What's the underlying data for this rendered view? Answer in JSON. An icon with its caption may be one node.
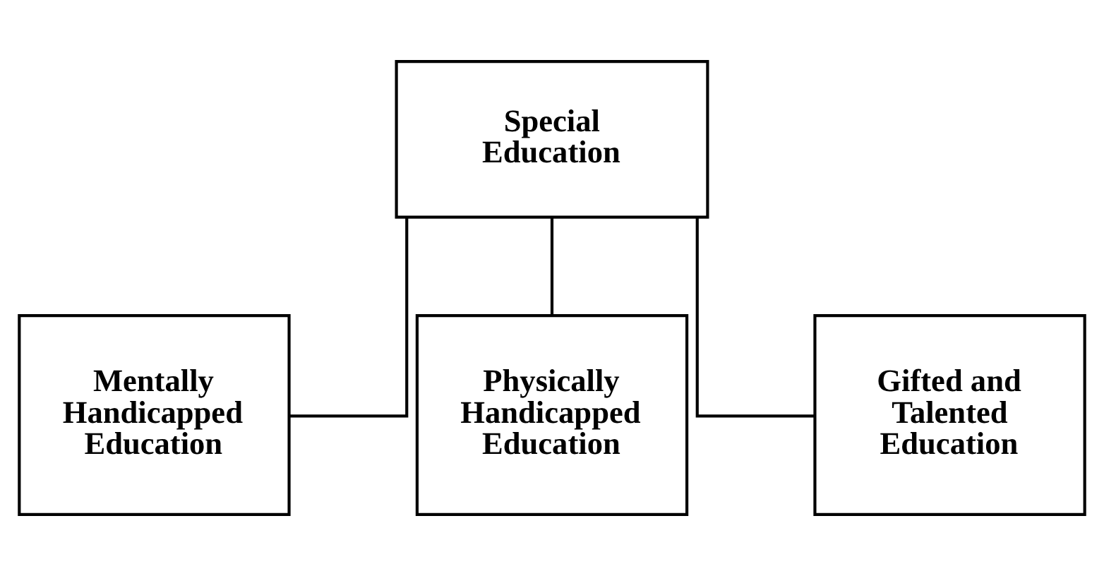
{
  "diagram": {
    "nodes": [
      {
        "text": [
          "Special Education"
        ]
      },
      {
        "text": [
          "Mentally Handicapped Education"
        ]
      },
      {
        "text": [
          "Physically Handicapped Education"
        ]
      },
      {
        "text": [
          "Gifted and Talented Education"
        ]
      }
    ],
    "edges": [
      {
        "from": 0,
        "to": 1,
        "arrow": "none"
      },
      {
        "from": 0,
        "to": 2,
        "arrow": "none"
      },
      {
        "from": 0,
        "to": 3,
        "arrow": "none"
      }
    ]
  }
}
